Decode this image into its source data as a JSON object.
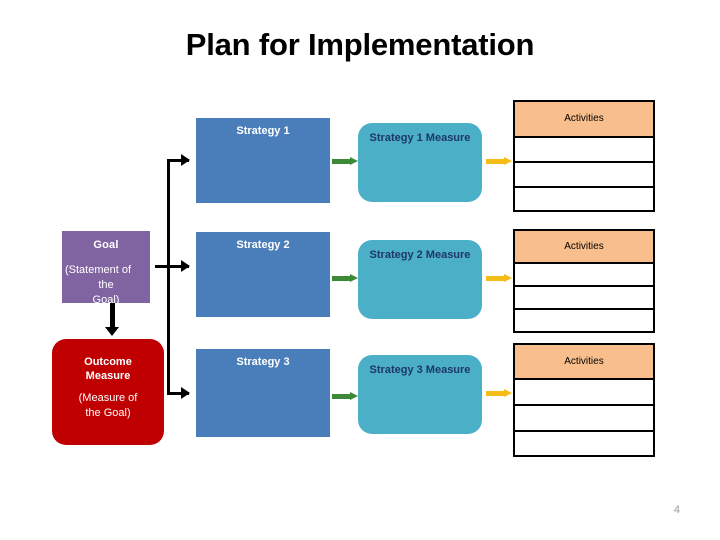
{
  "slide": {
    "title": "Plan for Implementation",
    "page_number": "4",
    "background_color": "#FFFFFF"
  },
  "colors": {
    "goal": "#8064A2",
    "outcome": "#C00000",
    "strategy": "#4A7EBB",
    "measure": "#4BAFC8",
    "activities_header": "#F8BE8C",
    "connector": "#000000",
    "green_arrow": "#3C8A37",
    "yellow_arrow": "#F5BC15",
    "measure_text": "#1F3864",
    "page_number": "#9A9A9A"
  },
  "goal": {
    "title": "Goal",
    "subtitle_part1": "(Statement of",
    "subtitle_part2": "the",
    "subtitle_part3": "Goal)"
  },
  "outcome": {
    "title_line1": "Outcome",
    "title_line2": "Measure",
    "subtitle_line1": "(Measure of",
    "subtitle_line2": "the Goal)"
  },
  "rows": [
    {
      "strategy": "Strategy 1",
      "measure": "Strategy 1 Measure",
      "activities_header": "Activities",
      "activities_rows": [
        "",
        "",
        ""
      ]
    },
    {
      "strategy": "Strategy 2",
      "measure": "Strategy 2 Measure",
      "activities_header": "Activities",
      "activities_rows": [
        "",
        "",
        ""
      ]
    },
    {
      "strategy": "Strategy 3",
      "measure": "Strategy 3 Measure",
      "activities_header": "Activities",
      "activities_rows": [
        "",
        "",
        ""
      ]
    }
  ]
}
